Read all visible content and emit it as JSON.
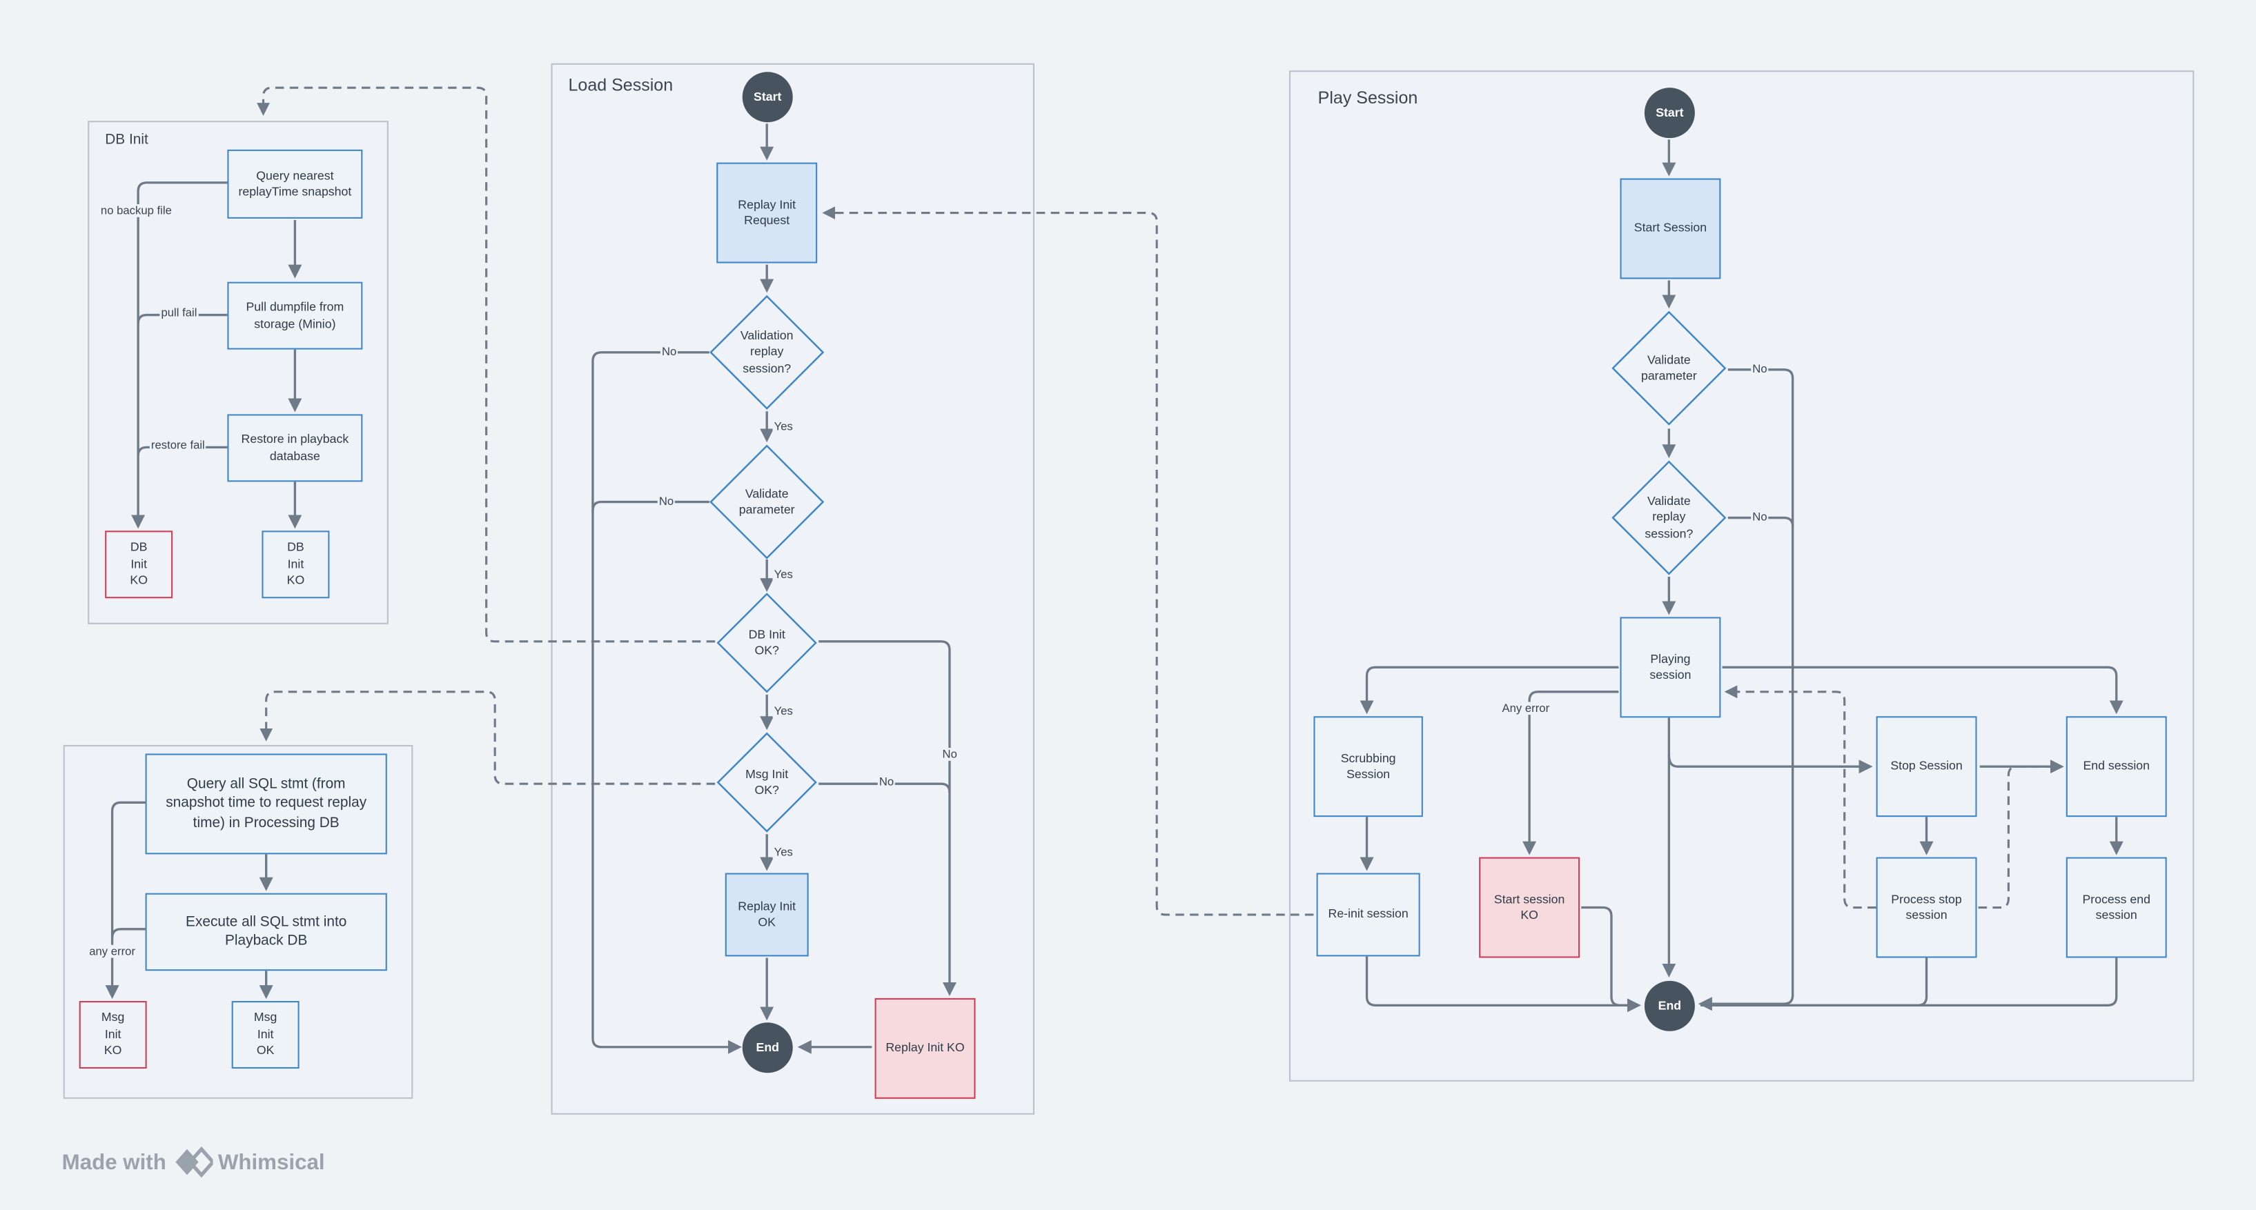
{
  "frames": {
    "db_init": "DB Init",
    "msg_init": "",
    "load_session": "Load Session",
    "play_session": "Play Session"
  },
  "db_init": {
    "query": "Query nearest replayTime snapshot",
    "pull": "Pull dumpfile from storage (Minio)",
    "restore": "Restore in playback database",
    "ko_red": "DB Init KO",
    "ko_blue": "DB Init KO",
    "label_no_backup": "no backup file",
    "label_pull_fail": "pull fail",
    "label_restore_fail": "restore fail"
  },
  "msg_init": {
    "query": "Query all SQL stmt (from snapshot time to request replay time) in Processing DB",
    "execute": "Execute all SQL stmt into Playback DB",
    "ko": "Msg Init KO",
    "ok": "Msg Init OK",
    "label_any_error": "any error"
  },
  "load_session": {
    "start": "Start",
    "request": "Replay Init Request",
    "validation": "Validation replay session?",
    "validate_param": "Validate parameter",
    "db_ok": "DB Init OK?",
    "msg_ok": "Msg Init OK?",
    "replay_ok": "Replay Init OK",
    "replay_ko": "Replay Init KO",
    "end": "End",
    "yes": "Yes",
    "no": "No"
  },
  "play_session": {
    "start": "Start",
    "start_session": "Start Session",
    "validate_param": "Validate parameter",
    "validate_replay": "Validate replay session?",
    "playing": "Playing session",
    "scrubbing": "Scrubbing Session",
    "reinit": "Re-init session",
    "start_ko": "Start session KO",
    "stop": "Stop Session",
    "process_stop": "Process stop session",
    "end_session": "End session",
    "process_end": "Process end session",
    "end": "End",
    "no": "No",
    "any_error": "Any error"
  },
  "brand": {
    "made_with": "Made with",
    "name": "Whimsical"
  },
  "colors": {
    "blue": "#3f86c8",
    "red": "#cf3e57",
    "dark": "#47535f",
    "line": "#6e7a87",
    "background": "#f0f3f6"
  }
}
